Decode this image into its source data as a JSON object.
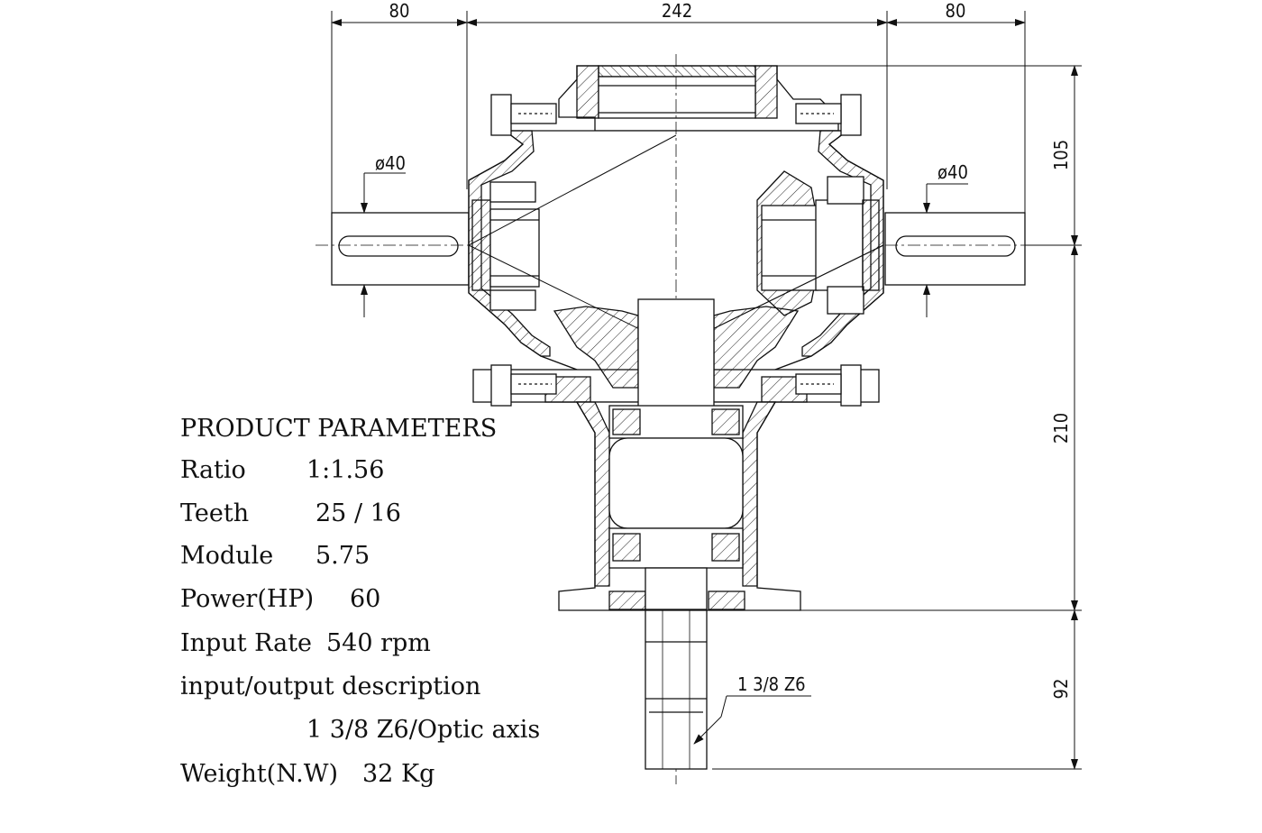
{
  "dimensions": {
    "top_left": "80",
    "top_center": "242",
    "top_right": "80",
    "right_upper": "105",
    "right_middle": "210",
    "right_lower": "92",
    "shaft_left_dia": "ø40",
    "shaft_right_dia": "ø40",
    "spline_callout": "1 3/8 Z6"
  },
  "parameters": {
    "heading": "PRODUCT PARAMETERS",
    "ratio_label": "Ratio",
    "ratio_value": "1:1.56",
    "teeth_label": "Teeth",
    "teeth_value": "25 / 16",
    "module_label": "Module",
    "module_value": "5.75",
    "power_label": "Power(HP)",
    "power_value": "60",
    "input_label": "Input Rate",
    "input_value": "540 rpm",
    "io_label": "input/output description",
    "io_value": "1 3/8 Z6/Optic axis",
    "weight_label": "Weight(N.W)",
    "weight_value": "32 Kg"
  }
}
